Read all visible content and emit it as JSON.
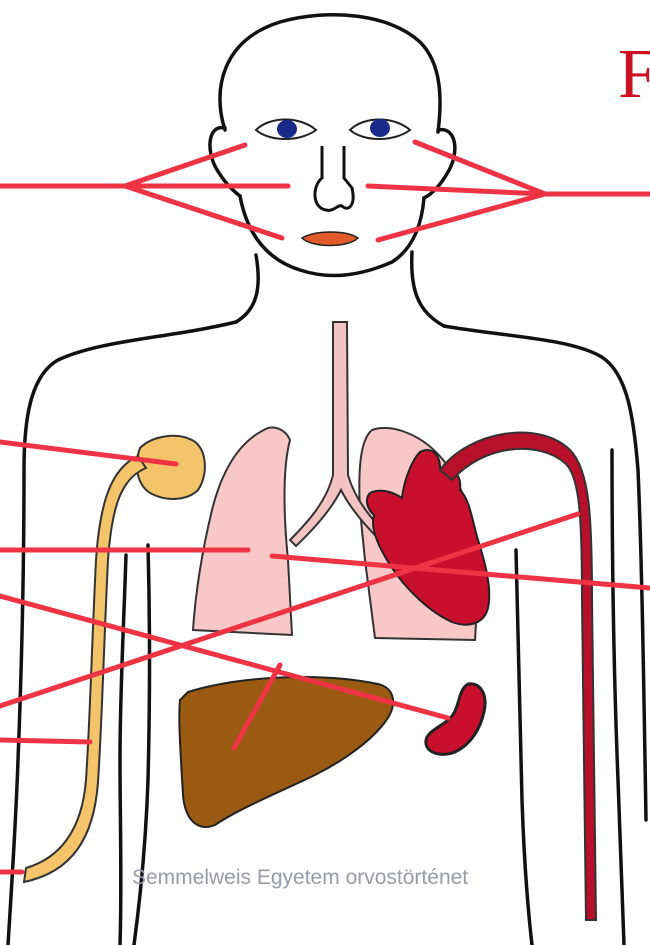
{
  "title_fragment": "F",
  "watermark": "Semmelweis Egyetem orvostörténet",
  "colors": {
    "outline": "#111111",
    "pointer_line": "#ee3344",
    "title": "#cc1122",
    "heart": "#c8102e",
    "aorta": "#b8102a",
    "lungs": "#f8c8c8",
    "trachea": "#f4c4c4",
    "liver": "#9a5a12",
    "spleen": "#c8102e",
    "kidney_ureter": "#f4c46a",
    "eyes": "#1a2a8a",
    "lips": "#e05a2a"
  },
  "figure": {
    "subject": "human body outline",
    "organs": [
      {
        "name": "eyes",
        "icon": "eye-icon"
      },
      {
        "name": "nose",
        "icon": "nose-icon"
      },
      {
        "name": "lips",
        "icon": "lips-icon"
      },
      {
        "name": "trachea",
        "icon": "trachea-icon"
      },
      {
        "name": "lungs",
        "icon": "lung-icon"
      },
      {
        "name": "heart",
        "icon": "heart-icon"
      },
      {
        "name": "aorta",
        "icon": "artery-icon"
      },
      {
        "name": "liver",
        "icon": "liver-icon"
      },
      {
        "name": "spleen",
        "icon": "spleen-icon"
      },
      {
        "name": "kidney and ureter",
        "icon": "kidney-icon"
      }
    ],
    "pointer_lines": 16
  }
}
